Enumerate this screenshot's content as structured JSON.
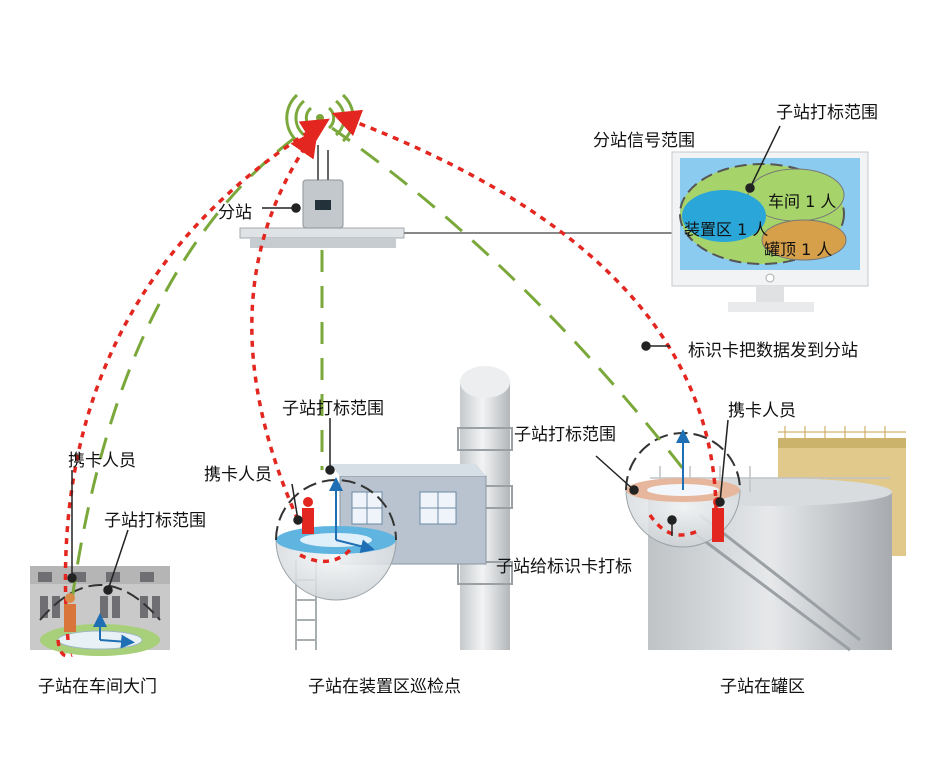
{
  "labels": {
    "station_branch": "分站",
    "signal_range": "分站信号范围",
    "monitor_range": "子站打标范围",
    "monitor_workshop": "车间 1 人",
    "monitor_device": "装置区 1 人",
    "monitor_tank": "罐顶 1 人",
    "send_data": "标识卡把数据发到分站",
    "left_person": "携卡人员",
    "left_range": "子站打标范围",
    "left_caption": "子站在车间大门",
    "mid_range": "子站打标范围",
    "mid_person": "携卡人员",
    "mid_caption": "子站在装置区巡检点",
    "right_range": "子站打标范围",
    "right_person": "携卡人员",
    "right_mark": "子站给标识卡打标",
    "right_caption": "子站在罐区"
  },
  "colors": {
    "red_path": "#e3261f",
    "green_path": "#7aa83a",
    "screen_blue": "#8ccbf0",
    "zone_green": "#a6d46a",
    "zone_blue": "#2aa6d8",
    "zone_orange": "#d6a04a"
  }
}
